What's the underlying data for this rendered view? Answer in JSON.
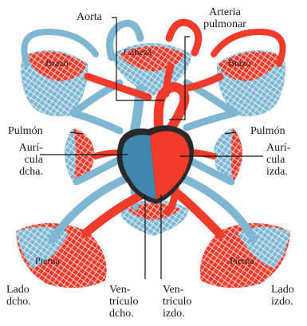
{
  "colors": {
    "arterial": "#f03a2a",
    "venous": "#7fb6d2",
    "venous_dark": "#3f87ad",
    "heart_dark": "#2a2a2a",
    "label": "#1a1a1a",
    "line": "#111111"
  },
  "labels": {
    "aorta": "Aorta",
    "arteria_pulmonar": [
      "Arteria",
      "pulmonar"
    ],
    "cabeza": "Cabeza",
    "brazo_left": "Brazo",
    "brazo_right": "Brazo",
    "pulmon_left": "Pulmón",
    "pulmon_right": "Pulmón",
    "auricula_dcha": [
      "Aurí-",
      "cula",
      "dcha."
    ],
    "auricula_izda": [
      "Aurí-",
      "cula",
      "izda."
    ],
    "pierna_left": "Pierna",
    "pierna_right": "Pierna",
    "lado_dcho": [
      "Lado",
      "dcho."
    ],
    "lado_izdo": [
      "Lado",
      "izdo."
    ],
    "ventriculo_dcho": [
      "Ven-",
      "trículo",
      "dcho."
    ],
    "ventriculo_izdo": [
      "Ven-",
      "trículo",
      "izdo."
    ]
  }
}
